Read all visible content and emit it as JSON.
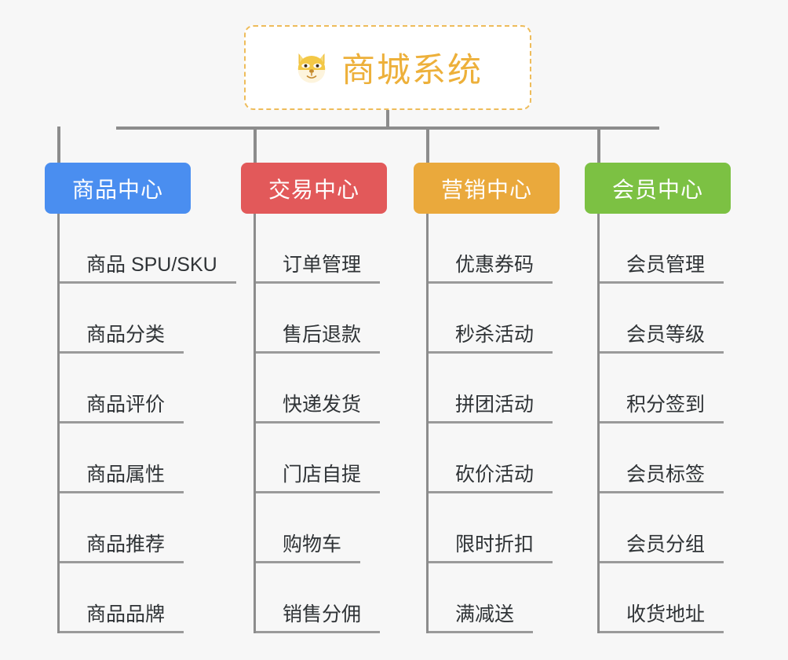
{
  "page": {
    "background": "#f7f7f7",
    "type": "mindmap"
  },
  "root": {
    "title": "商城系统",
    "icon": "shiba-dog-face-emoji",
    "border_color": "#eebc5a",
    "text_color": "#edb03a"
  },
  "connector_color": "#8c8c8c",
  "branches": [
    {
      "label": "商品中心",
      "color": "#4a8ef0",
      "items": [
        "商品 SPU/SKU",
        "商品分类",
        "商品评价",
        "商品属性",
        "商品推荐",
        "商品品牌"
      ]
    },
    {
      "label": "交易中心",
      "color": "#e2595a",
      "items": [
        "订单管理",
        "售后退款",
        "快递发货",
        "门店自提",
        "购物车",
        "销售分佣"
      ]
    },
    {
      "label": "营销中心",
      "color": "#eaa93c",
      "items": [
        "优惠券码",
        "秒杀活动",
        "拼团活动",
        "砍价活动",
        "限时折扣",
        "满减送"
      ]
    },
    {
      "label": "会员中心",
      "color": "#7cc143",
      "items": [
        "会员管理",
        "会员等级",
        "积分签到",
        "会员标签",
        "会员分组",
        "收货地址"
      ]
    }
  ]
}
